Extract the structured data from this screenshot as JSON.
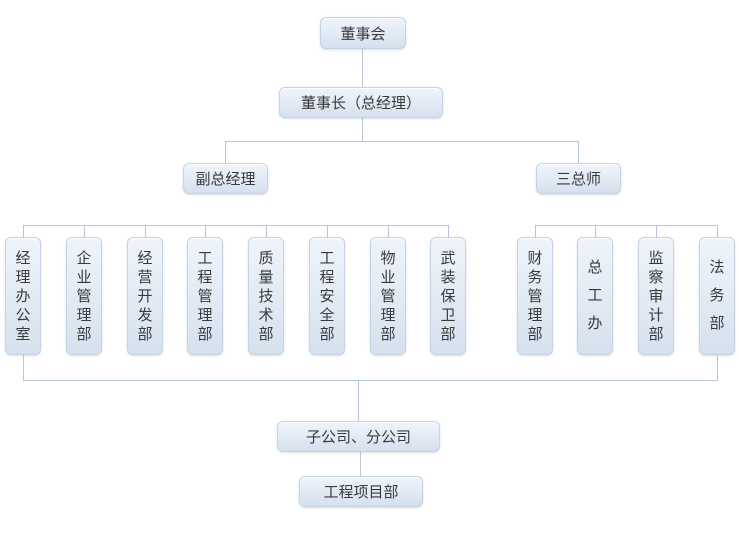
{
  "org_chart": {
    "board": "董事会",
    "chairman": "董事长（总经理）",
    "left_branch": {
      "head": "副总经理",
      "departments": [
        "经理办公室",
        "企业管理部",
        "经营开发部",
        "工程管理部",
        "质量技术部",
        "工程安全部",
        "物业管理部",
        "武装保卫部"
      ]
    },
    "right_branch": {
      "head": "三总师",
      "departments": [
        "财务管理部",
        "总工办",
        "监察审计部",
        "法务部"
      ]
    },
    "subsidiaries": "子公司、分公司",
    "project_dept": "工程项目部"
  },
  "colors": {
    "node_border": "#c4d2e2",
    "node_fill_top": "#eff4fa",
    "node_fill_mid": "#e3ebf5",
    "node_fill_bottom": "#d5e1ee",
    "connector": "#b9c6d9",
    "text": "#3a3a3a",
    "background": "#ffffff"
  }
}
